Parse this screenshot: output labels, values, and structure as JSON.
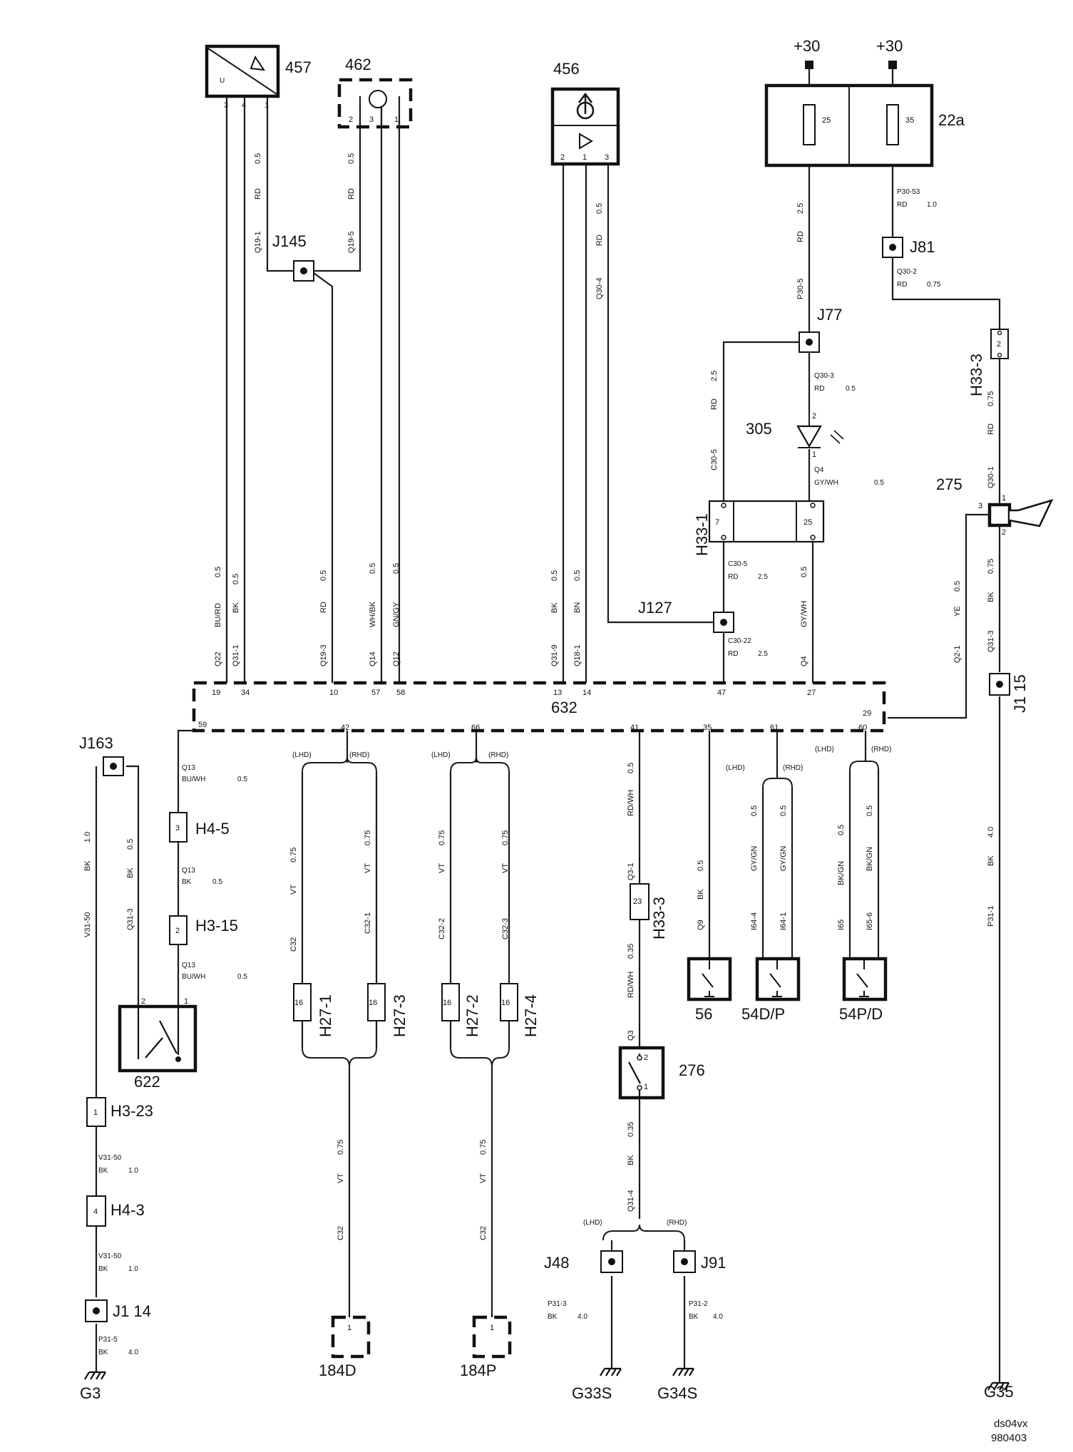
{
  "components": {
    "c457": "457",
    "c462": "462",
    "c456": "456",
    "c22a": "22a",
    "c305": "305",
    "c275": "275",
    "c632": "632",
    "c622": "622",
    "c276": "276",
    "c56": "56",
    "c54dp": "54D/P",
    "c54pd": "54P/D",
    "c184d": "184D",
    "c184p": "184P"
  },
  "supply": {
    "left": "+30",
    "right": "+30"
  },
  "fuses": {
    "f25": "25",
    "f35": "35"
  },
  "junctions": {
    "j145": "J145",
    "j81": "J81",
    "j77": "J77",
    "j127": "J127",
    "j163": "J163",
    "j48": "J48",
    "j91": "J91",
    "j1_14": "J1 14",
    "j1_15": "J1 15"
  },
  "connectors": {
    "h33_3a": "H33-3",
    "h33_1": "H33-1",
    "h33_3b": "H33-3",
    "h4_5": "H4-5",
    "h3_15": "H3-15",
    "h3_23": "H3-23",
    "h4_3": "H4-3",
    "h27_1": "H27-1",
    "h27_3": "H27-3",
    "h27_2": "H27-2",
    "h27_4": "H27-4"
  },
  "grounds": {
    "g3": "G3",
    "g33s": "G33S",
    "g34s": "G34S",
    "g35": "G35"
  },
  "variants": {
    "lhd": "(LHD)",
    "rhd": "(RHD)"
  },
  "pins_632": [
    "19",
    "34",
    "10",
    "57",
    "58",
    "13",
    "14",
    "47",
    "27",
    "59",
    "42",
    "66",
    "41",
    "35",
    "61",
    "29",
    "60"
  ],
  "wires": {
    "w457_rd": "RD",
    "w457_05": "0.5",
    "w457_q": "Q19-1",
    "w462_rd": "RD",
    "w462_05": "0.5",
    "w462_q": "Q19-5",
    "w456_rd": "RD",
    "w456_05": "0.5",
    "w456_q": "Q30-4",
    "f25_rd": "RD",
    "f25_25": "2.5",
    "f25_q": "P30-5",
    "f35_q": "P30-53",
    "f35_c": "RD",
    "f35_s": "1.0",
    "j81_q": "Q30-2",
    "j81_c": "RD",
    "j81_s": "0.75",
    "j77_q": "Q30-3",
    "j77_c": "RD",
    "j77_s": "0.5",
    "j77l_25": "2.5",
    "j77l_rd": "RD",
    "j77l_q": "C30-5",
    "led_q": "Q4",
    "led_c": "GY/WH",
    "led_s": "0.5",
    "h331_q": "C30-5",
    "h331_c": "RD",
    "h331_s": "2.5",
    "j127_q": "C30-22",
    "j127_c": "RD",
    "j127_s": "2.5",
    "h331r_05": "0.5",
    "h331r_c": "GY/WH",
    "h331r_q": "Q4",
    "h333_rd": "RD",
    "h333_075": "0.75",
    "h333_q": "Q30-1",
    "s275_05": "0.5",
    "s275_c": "YE",
    "s275_q": "Q2-1",
    "g275_075": "0.75",
    "g275_c": "BK",
    "g275_q": "Q31-3",
    "g35_40": "4.0",
    "g35_c": "BK",
    "g35_q": "P31-1",
    "p19_05": "0.5",
    "p19_c": "BU/RD",
    "p19_q": "Q22",
    "p34_05": "0.5",
    "p34_c": "BK",
    "p34_q": "Q31-1",
    "p10_05": "0.5",
    "p10_c": "RD",
    "p10_q": "Q19-3",
    "p57_05": "0.5",
    "p57_c": "WH/BK",
    "p57_q": "Q14",
    "p58_05": "0.5",
    "p58_c": "GN/GY",
    "p58_q": "Q12",
    "p13_05": "0.5",
    "p13_c": "BK",
    "p13_q": "Q31-9",
    "p14_05": "0.5",
    "p14_c": "BN",
    "p14_q": "Q18-1",
    "p59_q": "Q13",
    "p59_c": "BU/WH",
    "p59_s": "0.5",
    "h45_q": "Q13",
    "h45_c": "BK",
    "h45_s": "0.5",
    "h315_q": "Q13",
    "h315_c": "BU/WH",
    "h315_s": "0.5",
    "j163_10": "1.0",
    "j163_c": "BK",
    "j163_q": "V31-50",
    "j163b_05": "0.5",
    "j163b_c": "BK",
    "j163b_q": "Q31-3",
    "h323_q": "V31-50",
    "h323_c": "BK",
    "h323_s": "1.0",
    "h43_q": "V31-50",
    "h43_c": "BK",
    "h43_s": "1.0",
    "g3_q": "P31-5",
    "g3_c": "BK",
    "g3_s": "4.0",
    "c32a_075": "0.75",
    "c32a_c": "VT",
    "c32a_q": "C32",
    "c32b_075": "0.75",
    "c32b_c": "VT",
    "c32b_q": "C32-1",
    "c32c_075": "0.75",
    "c32c_c": "VT",
    "c32c_q": "C32-2",
    "c32d_075": "0.75",
    "c32d_c": "VT",
    "c32d_q": "C32-3",
    "c184d_075": "0.75",
    "c184d_c": "VT",
    "c184d_q": "C32",
    "c184p_075": "0.75",
    "c184p_c": "VT",
    "c184p_q": "C32",
    "p41_05": "0.5",
    "p41_c": "RD/WH",
    "p41_q": "Q3-1",
    "h333b_035": "0.35",
    "h333b_c": "RD/WH",
    "h333b_q": "Q3",
    "s276_035": "0.35",
    "s276_c": "BK",
    "s276_q": "Q31-4",
    "j48_q": "P31-3",
    "j48_c": "BK",
    "j48_s": "4.0",
    "j91_q": "P31-2",
    "j91_c": "BK",
    "j91_s": "4.0",
    "p35_05": "0.5",
    "p35_c": "BK",
    "p35_q": "Q9",
    "p61a_05": "0.5",
    "p61a_c": "GY/GN",
    "p61a_q": "I64-4",
    "p61b_05": "0.5",
    "p61b_c": "GY/GN",
    "p61b_q": "I64-1",
    "p60a_05": "0.5",
    "p60a_c": "BK/GN",
    "p60a_q": "I65",
    "p60b_05": "0.5",
    "p60b_c": "BK/GN",
    "p60b_q": "I65-6"
  },
  "pins": {
    "p457_3": "3",
    "p457_4": "4",
    "p457_1": "1",
    "p457_u": "U",
    "p462_2": "2",
    "p462_3": "3",
    "p462_1": "1",
    "p456_2": "2",
    "p456_1": "1",
    "p456_3": "3",
    "p305_2": "2",
    "p305_1": "1",
    "h331_7": "7",
    "h331_25": "25",
    "h333_2": "2",
    "p275_3": "3",
    "p275_1": "1",
    "p275_2": "2",
    "h45_3": "3",
    "h315_2": "2",
    "p622_2": "2",
    "p622_1": "1",
    "h323_1": "1",
    "h43_4": "4",
    "h271_16": "16",
    "h273_16": "16",
    "h272_16": "16",
    "h274_16": "16",
    "h333b_23": "23",
    "p276_2": "2",
    "p276_1": "1",
    "p184d_1": "1",
    "p184p_1": "1"
  },
  "footer": {
    "code": "ds04vx",
    "date": "980403"
  }
}
